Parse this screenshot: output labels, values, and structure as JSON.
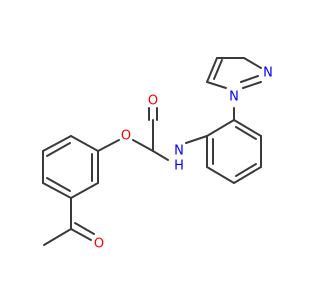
{
  "molecule": {
    "colors": {
      "bond": "#3a3a3a",
      "oxygen": "#ff0000",
      "nitrogen": "#0000ff",
      "hydrogen_on_nitrogen": "#0000ff"
    },
    "atom_labels": {
      "carbonyl_oxygen_amide": "O",
      "ether_oxygen": "O",
      "amide_nitrogen": "N",
      "amide_hydrogen": "H",
      "ketone_oxygen": "O",
      "imidazole_n1": "N",
      "imidazole_n3": "N"
    }
  }
}
